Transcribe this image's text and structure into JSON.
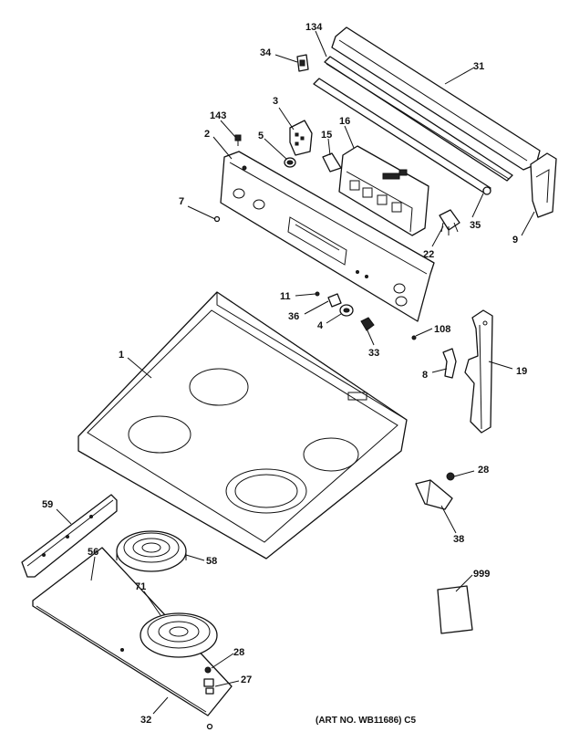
{
  "diagram": {
    "art_number": "(ART NO. WB11686) C5",
    "callouts": [
      {
        "id": "c134",
        "label": "134"
      },
      {
        "id": "c31",
        "label": "31"
      },
      {
        "id": "c34",
        "label": "34"
      },
      {
        "id": "c3",
        "label": "3"
      },
      {
        "id": "c143",
        "label": "143"
      },
      {
        "id": "c16",
        "label": "16"
      },
      {
        "id": "c15",
        "label": "15"
      },
      {
        "id": "c2",
        "label": "2"
      },
      {
        "id": "c5",
        "label": "5"
      },
      {
        "id": "c7",
        "label": "7"
      },
      {
        "id": "c9",
        "label": "9"
      },
      {
        "id": "c35",
        "label": "35"
      },
      {
        "id": "c22",
        "label": "22"
      },
      {
        "id": "c11",
        "label": "11"
      },
      {
        "id": "c36",
        "label": "36"
      },
      {
        "id": "c4",
        "label": "4"
      },
      {
        "id": "c108",
        "label": "108"
      },
      {
        "id": "c33",
        "label": "33"
      },
      {
        "id": "c1",
        "label": "1"
      },
      {
        "id": "c8",
        "label": "8"
      },
      {
        "id": "c19",
        "label": "19"
      },
      {
        "id": "c28a",
        "label": "28"
      },
      {
        "id": "c38",
        "label": "38"
      },
      {
        "id": "c59",
        "label": "59"
      },
      {
        "id": "c56",
        "label": "56"
      },
      {
        "id": "c58",
        "label": "58"
      },
      {
        "id": "c999",
        "label": "999"
      },
      {
        "id": "c71",
        "label": "71"
      },
      {
        "id": "c28b",
        "label": "28"
      },
      {
        "id": "c27",
        "label": "27"
      },
      {
        "id": "c32",
        "label": "32"
      }
    ]
  }
}
